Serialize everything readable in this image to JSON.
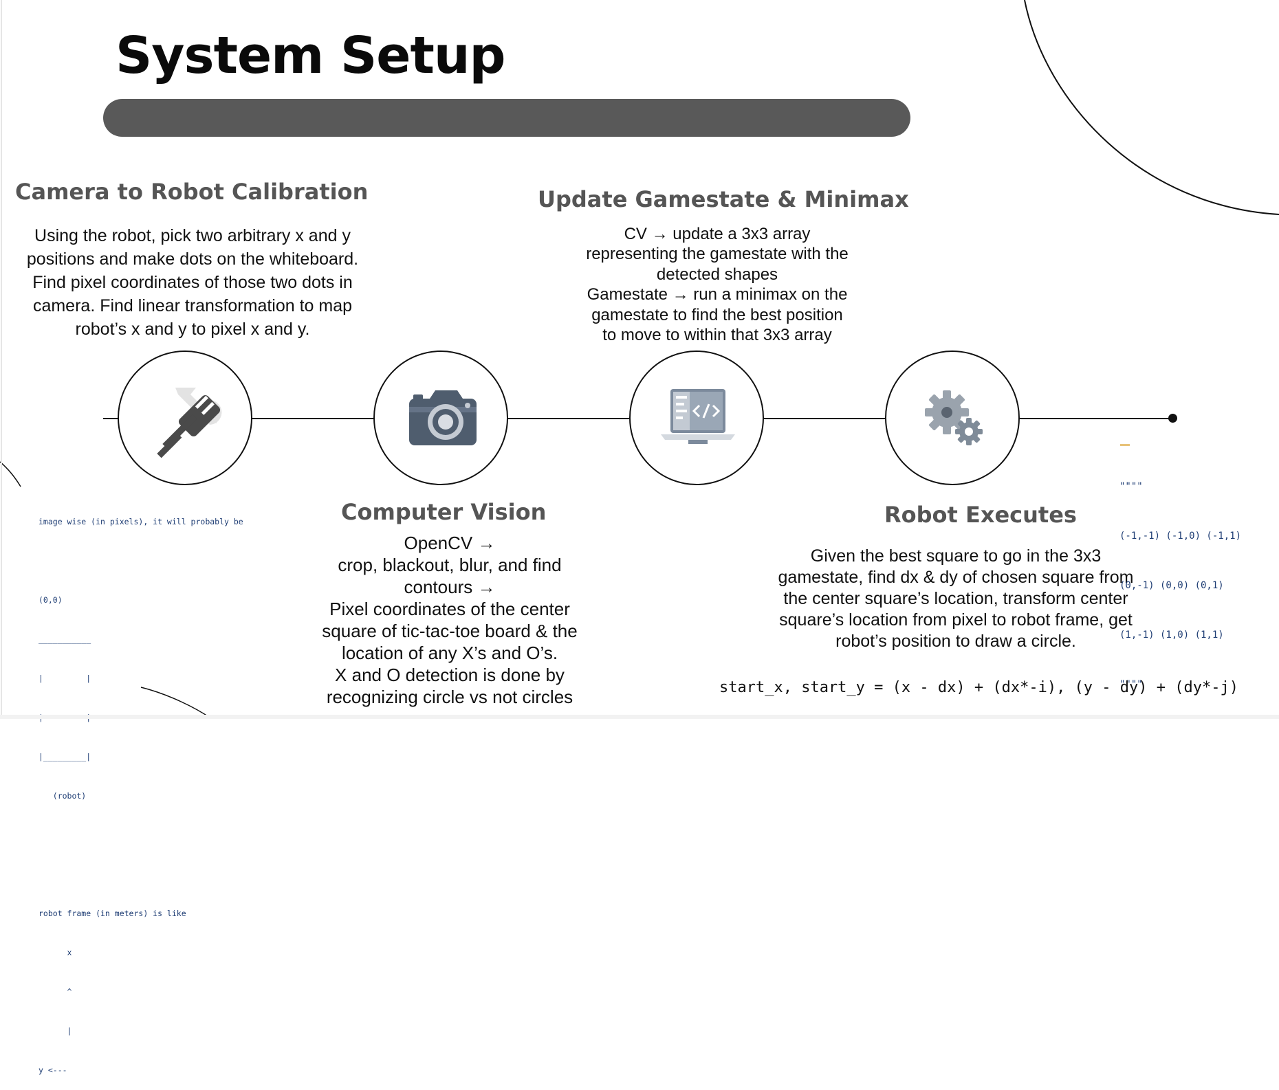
{
  "title": "System Setup",
  "steps": [
    {
      "heading": "Camera to Robot Calibration",
      "icon": "wrench-icon",
      "lines": [
        "Using the robot, pick two arbitrary x and y",
        "positions and make dots on the whiteboard.",
        "Find pixel coordinates of those two dots in",
        "camera. Find linear transformation to map",
        "robot’s x and y to pixel x and y."
      ]
    },
    {
      "heading": "Computer Vision",
      "icon": "camera-icon",
      "lines": [
        "OpenCV →",
        "crop, blackout, blur, and find",
        "contours →",
        "Pixel coordinates of the center",
        "square of tic-tac-toe board & the",
        "location of any X’s and O’s.",
        "X and O detection is done by",
        "recognizing circle vs not circles"
      ]
    },
    {
      "heading": "Update Gamestate & Minimax",
      "icon": "laptop-code-icon",
      "lines": [
        "CV → update a 3x3 array",
        "representing the gamestate with the",
        "detected shapes",
        "Gamestate → run a minimax on the",
        "gamestate to find the best position",
        "to move to within that 3x3 array"
      ]
    },
    {
      "heading": "Robot Executes",
      "icon": "gears-icon",
      "lines": [
        "Given the best square to go in the 3x3",
        "gamestate, find dx & dy of chosen square from",
        "the center square’s location, transform center",
        "square’s location from pixel to robot frame, get",
        "robot’s position to draw a circle."
      ]
    }
  ],
  "calibration_code": [
    "image wise (in pixels), it will probably be :",
    "",
    "(0,0)",
    "___________",
    "|         |",
    "|         |",
    "|_________|",
    "   (robot)",
    "",
    "",
    "robot frame (in meters) is like",
    "      x",
    "      ^",
    "      |",
    "y <---"
  ],
  "grid_code": [
    "\"\"\"\"",
    "(-1,-1) (-1,0) (-1,1)",
    "(0,-1) (0,0) (0,1)",
    "(1,-1) (1,0) (1,1)",
    "\"\"\"\""
  ],
  "formula": "start_x, start_y = (x - dx) + (dx*-i), (y - dy) + (dy*-j)",
  "colors": {
    "title_bar": "#595959",
    "heading": "#555555",
    "icon": "#4f5d6e",
    "code": "#1e3d74"
  }
}
